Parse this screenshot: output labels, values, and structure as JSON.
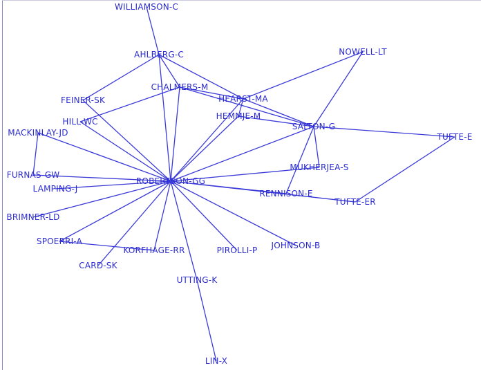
{
  "graph": {
    "colors": {
      "edge": "#3a3ad8",
      "label": "#2a2ad0",
      "background": "#ffffff"
    },
    "nodes": [
      {
        "id": "williamson",
        "label": "WILLIAMSON-C"
      },
      {
        "id": "ahlberg",
        "label": "AHLBERG-C"
      },
      {
        "id": "nowell",
        "label": "NOWELL-LT"
      },
      {
        "id": "chalmers",
        "label": "CHALMERS-M"
      },
      {
        "id": "hearst",
        "label": "HEARST-MA"
      },
      {
        "id": "feiner",
        "label": "FEINER-SK"
      },
      {
        "id": "hillwc",
        "label": "HILL-WC"
      },
      {
        "id": "salton",
        "label": "SALTON-G"
      },
      {
        "id": "hemmje",
        "label": "HEMMJE-M"
      },
      {
        "id": "tuftee",
        "label": "TUFTE-E"
      },
      {
        "id": "mackinlay",
        "label": "MACKINLAY-JD"
      },
      {
        "id": "mukherjea",
        "label": "MUKHERJEA-S"
      },
      {
        "id": "furnas",
        "label": "FURNAS-GW"
      },
      {
        "id": "robertson",
        "label": "ROBERTSON-GG"
      },
      {
        "id": "lamping",
        "label": "LAMPING-J"
      },
      {
        "id": "rennison",
        "label": "RENNISON-E"
      },
      {
        "id": "tufteer",
        "label": "TUFTE-ER"
      },
      {
        "id": "brimner",
        "label": "BRIMNER-LD"
      },
      {
        "id": "spoerri",
        "label": "SPOERRI-A"
      },
      {
        "id": "johnson",
        "label": "JOHNSON-B"
      },
      {
        "id": "korfhage",
        "label": "KORFHAGE-RR"
      },
      {
        "id": "pirolli",
        "label": "PIROLLI-P"
      },
      {
        "id": "cardsk",
        "label": "CARD-SK"
      },
      {
        "id": "utting",
        "label": "UTTING-K"
      },
      {
        "id": "linx",
        "label": "LIN-X"
      }
    ],
    "edges": [
      [
        "williamson",
        "ahlberg"
      ],
      [
        "ahlberg",
        "feiner"
      ],
      [
        "ahlberg",
        "robertson"
      ],
      [
        "ahlberg",
        "hearst"
      ],
      [
        "ahlberg",
        "chalmers"
      ],
      [
        "chalmers",
        "hillwc"
      ],
      [
        "chalmers",
        "robertson"
      ],
      [
        "chalmers",
        "salton"
      ],
      [
        "chalmers",
        "hearst"
      ],
      [
        "hearst",
        "nowell"
      ],
      [
        "hearst",
        "salton"
      ],
      [
        "hearst",
        "hemmje"
      ],
      [
        "hearst",
        "robertson"
      ],
      [
        "nowell",
        "salton"
      ],
      [
        "salton",
        "tuftee"
      ],
      [
        "salton",
        "hemmje"
      ],
      [
        "salton",
        "mukherjea"
      ],
      [
        "salton",
        "rennison"
      ],
      [
        "salton",
        "robertson"
      ],
      [
        "hemmje",
        "robertson"
      ],
      [
        "feiner",
        "robertson"
      ],
      [
        "hillwc",
        "robertson"
      ],
      [
        "mackinlay",
        "robertson"
      ],
      [
        "mackinlay",
        "furnas"
      ],
      [
        "furnas",
        "robertson"
      ],
      [
        "lamping",
        "robertson"
      ],
      [
        "brimner",
        "robertson"
      ],
      [
        "spoerri",
        "robertson"
      ],
      [
        "spoerri",
        "korfhage"
      ],
      [
        "korfhage",
        "robertson"
      ],
      [
        "cardsk",
        "robertson"
      ],
      [
        "pirolli",
        "robertson"
      ],
      [
        "johnson",
        "robertson"
      ],
      [
        "utting",
        "robertson"
      ],
      [
        "utting",
        "linx"
      ],
      [
        "mukherjea",
        "robertson"
      ],
      [
        "rennison",
        "robertson"
      ],
      [
        "tufteer",
        "robertson"
      ],
      [
        "tufteer",
        "tuftee"
      ]
    ]
  }
}
